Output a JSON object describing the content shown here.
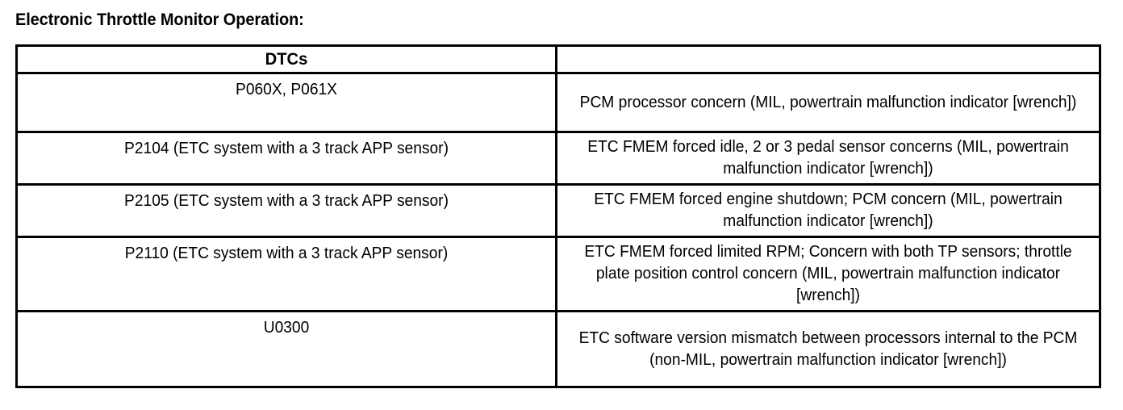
{
  "document": {
    "title": "Electronic Throttle Monitor Operation:"
  },
  "table": {
    "columns": [
      {
        "header": "DTCs"
      },
      {
        "header": ""
      }
    ],
    "rows": [
      {
        "dtc": "P060X, P061X",
        "description": "PCM processor concern (MIL, powertrain malfunction indicator [wrench])"
      },
      {
        "dtc": "P2104 (ETC system with a 3 track APP sensor)",
        "description": "ETC FMEM  forced idle, 2 or 3 pedal sensor concerns (MIL, powertrain malfunction indicator [wrench])"
      },
      {
        "dtc": "P2105 (ETC system with a 3 track APP sensor)",
        "description": "ETC FMEM  forced engine shutdown; PCM concern (MIL, powertrain malfunction indicator [wrench])"
      },
      {
        "dtc": "P2110 (ETC system with a 3 track APP sensor)",
        "description": "ETC FMEM  forced limited RPM; Concern with both TP sensors; throttle plate position control concern (MIL, powertrain malfunction indicator [wrench])"
      },
      {
        "dtc": "U0300",
        "description": "ETC software version mismatch between processors internal to the PCM (non-MIL, powertrain malfunction indicator [wrench])"
      }
    ]
  },
  "colors": {
    "text": "#000000",
    "background": "#ffffff",
    "border": "#000000"
  }
}
